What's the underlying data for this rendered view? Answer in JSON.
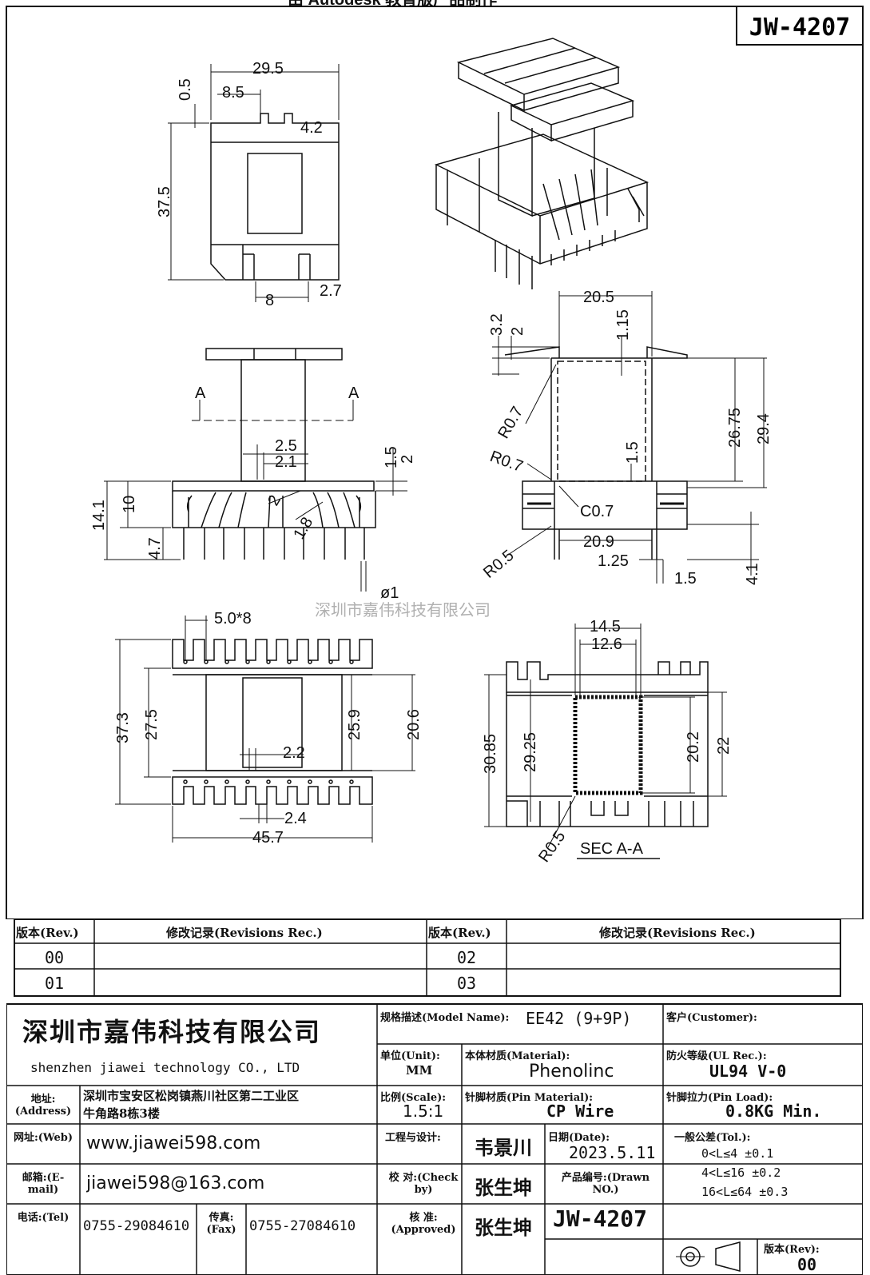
{
  "header": {
    "top_banner": "由 Autodesk 教育版产品制作",
    "part_number": "JW-4207"
  },
  "watermark": "深圳市嘉伟科技有限公司",
  "section_label": "SEC A-A",
  "dims": {
    "top_view": [
      "29.5",
      "0.5",
      "8.5",
      "4.2",
      "37.5",
      "8",
      "2.7"
    ],
    "front_view": [
      "A",
      "A",
      "2.5",
      "2.1",
      "1.5",
      "2",
      "14.1",
      "10",
      "4.7",
      "2",
      "1.8",
      "ø1"
    ],
    "side_view": [
      "20.5",
      "3.2",
      "2",
      "1.15",
      "R0.7",
      "R0.7",
      "26.75",
      "29.4",
      "1.5",
      "C0.7",
      "20.9",
      "R0.5",
      "1.25",
      "1.5",
      "4.1"
    ],
    "bottom_view": [
      "5.0*8",
      "37.3",
      "27.5",
      "25.9",
      "20.6",
      "2.2",
      "2.4",
      "45.7"
    ],
    "section_view": [
      "14.5",
      "12.6",
      "30.85",
      "29.25",
      "20.2",
      "22",
      "R0.5"
    ]
  },
  "revisions": {
    "col_rev": "版本(Rev.)",
    "col_rec": "修改记录(Revisions Rec.)",
    "left_rows": [
      "00",
      "01"
    ],
    "right_rows": [
      "02",
      "03"
    ]
  },
  "title_block": {
    "company_cn": "深圳市嘉伟科技有限公司",
    "company_en": "shenzhen  jiawei  technology  CO., LTD",
    "address_label": "地址:(Address)",
    "address_value_1": "深圳市宝安区松岗镇燕川社区第二工业区",
    "address_value_2": "牛角路8栋3楼",
    "web_label": "网址:(Web)",
    "web_value": "www.jiawei598.com",
    "email_label": "邮箱:(E-mail)",
    "email_value": "jiawei598@163.com",
    "tel_label": "电话:(Tel)",
    "tel_value": "0755-29084610",
    "fax_label": "传真:(Fax)",
    "fax_value": "0755-27084610",
    "model_label": "规格描述(Model Name):",
    "model_value": "EE42 (9+9P)",
    "customer_label": "客户(Customer):",
    "unit_label": "单位(Unit):",
    "unit_value": "MM",
    "material_label": "本体材质(Material):",
    "material_value": "Phenolinc",
    "ul_label": "防火等级(UL Rec.):",
    "ul_value": "UL94 V-0",
    "scale_label": "比例(Scale):",
    "scale_value": "1.5:1",
    "pin_material_label": "针脚材质(Pin Material):",
    "pin_material_value": "CP Wire",
    "pin_load_label": "针脚拉力(Pin Load):",
    "pin_load_value": "0.8KG Min.",
    "engineer_label": "工程与设计:",
    "engineer_value": "韦景川",
    "date_label": "日期(Date):",
    "date_value": "2023.5.11",
    "tol_label": "一般公差(Tol.):",
    "tol_rows": [
      "0<L≤4    ±0.1",
      "4<L≤16   ±0.2",
      "16<L≤64  ±0.3"
    ],
    "check_label": "校 对:(Check by)",
    "check_value": "张生坤",
    "drawn_label": "产品编号:(Drawn NO.)",
    "approved_label": "核 准:(Approved)",
    "approved_value": "张生坤",
    "drawn_no": "JW-4207",
    "rev_label": "版本(Rev):",
    "rev_value": "00"
  }
}
